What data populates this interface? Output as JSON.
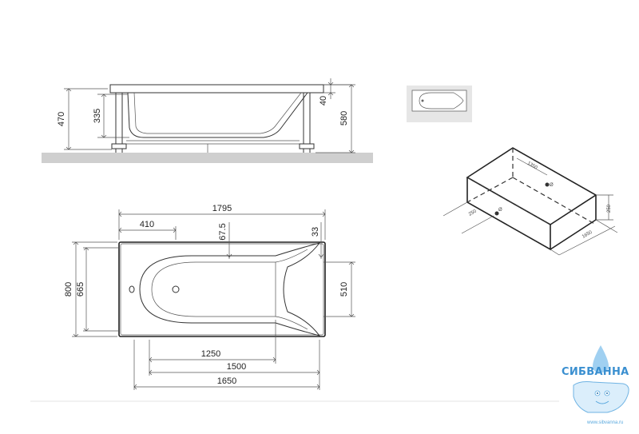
{
  "side_view": {
    "dim_total_height": "470",
    "dim_bowl_depth": "335",
    "dim_rim": "40",
    "dim_height_with_floor": "580"
  },
  "top_view": {
    "dim_length_total": "1795",
    "dim_drain_offset": "410",
    "dim_top_gap": "67.5",
    "dim_rim_right": "33",
    "dim_width_total": "800",
    "dim_width_inner": "665",
    "dim_backrest_width": "510",
    "dim_bottom_1250": "1250",
    "dim_bottom_1500": "1500",
    "dim_bottom_1650": "1650"
  },
  "box_view": {
    "label_length_inner": "1350",
    "label_hole": "Ø",
    "label_side": "250",
    "label_height": "250",
    "label_length": "1650"
  },
  "logo": {
    "brand_name": "СИБВАННА",
    "url": "www.sibvanna.ru"
  },
  "colors": {
    "line": "#333333",
    "floor": "#c8c8c8",
    "brand": "#3a8fd0"
  }
}
